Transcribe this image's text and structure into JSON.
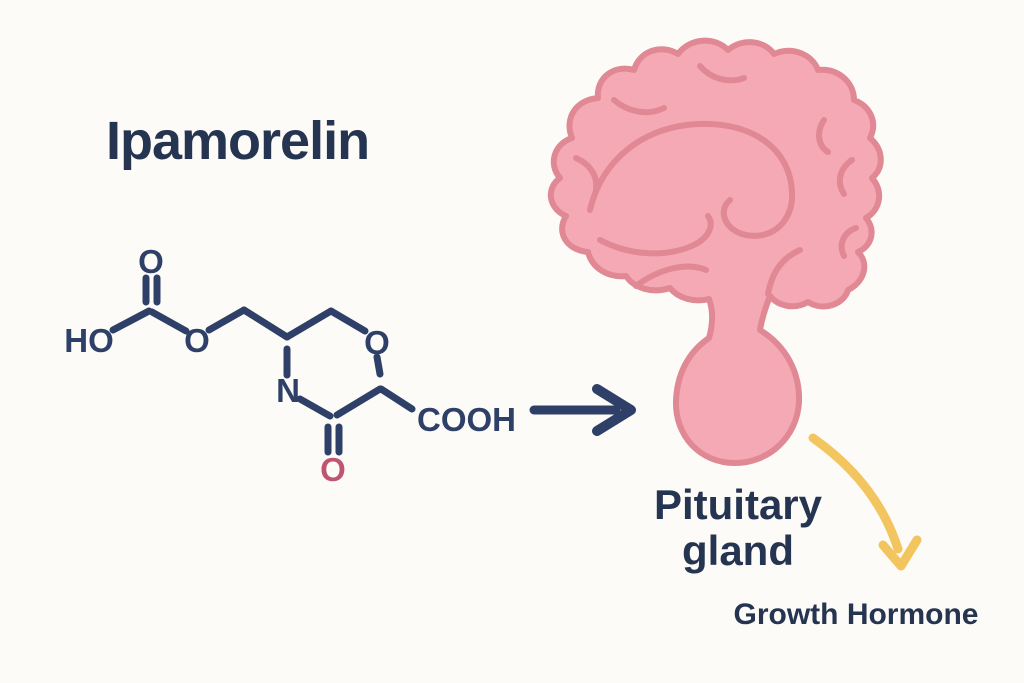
{
  "illustration": {
    "title": "Ipamorelin",
    "molecule": {
      "atoms": {
        "hydroxyl_label": "HO",
        "carbonyl_oxygen_label": "O",
        "ester_oxygen_label": "O",
        "ring_oxygen_label": "O",
        "ring_nitrogen_label": "N",
        "ketone_oxygen_label": "O",
        "carboxyl_label": "COOH"
      },
      "bond_color": "#2e4068",
      "ketone_oxygen_color": "#c05573"
    },
    "brain": {
      "label_line1": "Pituitary",
      "label_line2": "gland",
      "fill": "#f4a9b4",
      "outline": "#e08893"
    },
    "hormone_label": "Growth Hormone",
    "colors": {
      "background": "#fdfbf7",
      "text": "#253450",
      "reaction_arrow": "#2e4068",
      "hormone_arrow": "#f2c55f"
    }
  }
}
